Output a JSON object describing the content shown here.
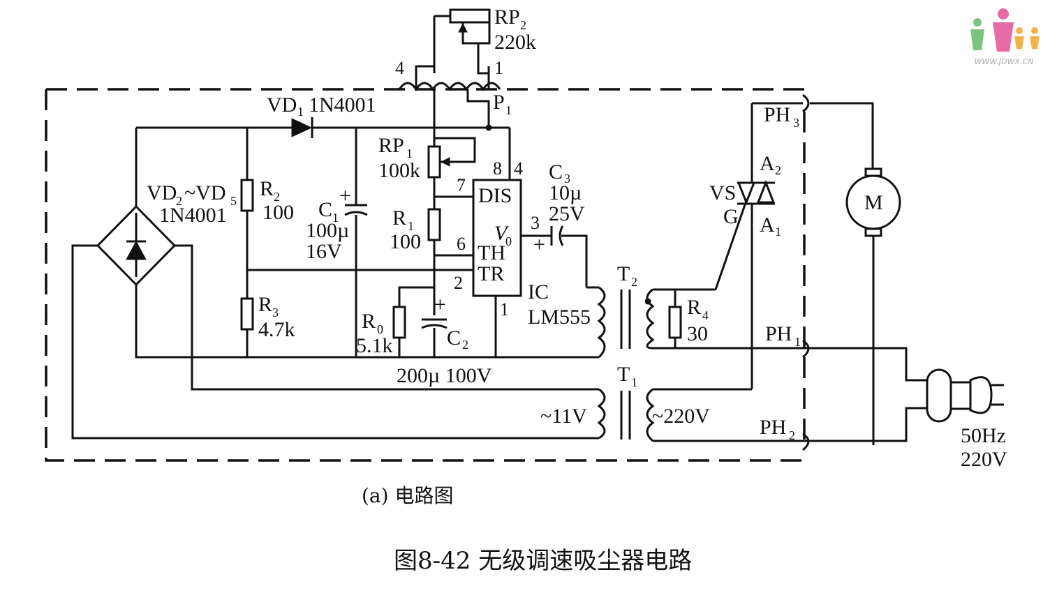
{
  "caption": {
    "sub_label": "(a) 电路图",
    "title": "图8-42 无级调速吸尘器电路"
  },
  "watermark": {
    "text": "WWW.JDWX.CN",
    "colors": [
      "#7bc47f",
      "#e86aa6",
      "#f2b24a"
    ]
  },
  "labels": {
    "rp2_name": "RP",
    "rp2_sub": "2",
    "rp2_value": "220k",
    "pin4_top": "4",
    "pin1_top": "1",
    "p1_name": "P",
    "p1_sub": "1",
    "vd1": "VD",
    "vd1_sub": "1",
    "vd1_part": "1N4001",
    "rp1_name": "RP",
    "rp1_sub": "1",
    "rp1_value": "100k",
    "bridge_name": "VD",
    "bridge_sub1": "2",
    "bridge_tilde": "~VD",
    "bridge_sub2": "5",
    "bridge_part": "1N4001",
    "r2_name": "R",
    "r2_sub": "2",
    "r2_value": "100",
    "c1_name": "C",
    "c1_sub": "1",
    "c1_value": "100µ",
    "c1_voltage": "16V",
    "r1_name": "R",
    "r1_sub": "1",
    "r1_value": "100",
    "r3_name": "R",
    "r3_sub": "3",
    "r3_value": "4.7k",
    "r0_name": "R",
    "r0_sub": "0",
    "r0_value": "5.1k",
    "c2_name": "C",
    "c2_sub": "2",
    "c2_value": "200µ 100V",
    "ic_pin8": "8",
    "ic_pin4": "4",
    "ic_pin7": "7",
    "ic_pin6": "6",
    "ic_pin2": "2",
    "ic_pin3": "3",
    "ic_pin1": "1",
    "ic_dis": "DIS",
    "ic_vo": "V",
    "ic_vo_sub": "0",
    "ic_th": "TH",
    "ic_tr": "TR",
    "ic_name": "IC",
    "ic_part": "LM555",
    "c3_name": "C",
    "c3_sub": "3",
    "c3_value": "10µ",
    "c3_voltage": "25V",
    "plus": "+",
    "t2_name": "T",
    "t2_sub": "2",
    "t1_name": "T",
    "t1_sub": "1",
    "t1_secondary": "~11V",
    "t1_primary": "~220V",
    "r4_name": "R",
    "r4_sub": "4",
    "r4_value": "30",
    "vs_name": "VS",
    "vs_gate": "G",
    "vs_a2": "A",
    "vs_a2_sub": "2",
    "vs_a1": "A",
    "vs_a1_sub": "1",
    "ph3": "PH",
    "ph3_sub": "3",
    "ph1": "PH",
    "ph1_sub": "1",
    "ph2": "PH",
    "ph2_sub": "2",
    "motor": "M",
    "mains_freq": "50Hz",
    "mains_volt": "220V"
  }
}
